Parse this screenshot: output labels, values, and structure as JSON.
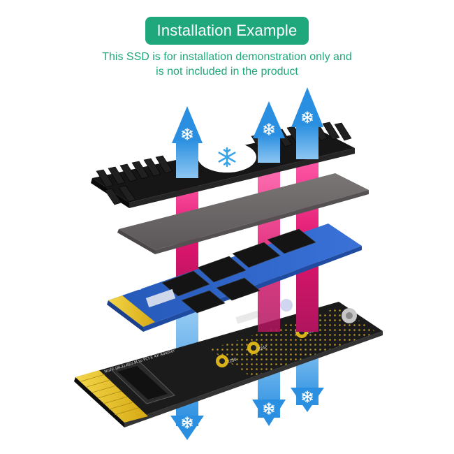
{
  "header": {
    "title": "Installation Example",
    "subtitle_line1": "This SSD is for installation demonstration only and",
    "subtitle_line2": "is not included in the product"
  },
  "colors": {
    "accent": "#1fa87c",
    "arrow_blue": "#2a8fe0",
    "arrow_pink": "#e0156e",
    "heatsink": "#141414",
    "thermal_pad": "#6e6a6b",
    "ssd_pcb": "#2f5fc4",
    "adapter_pcb": "#1a1a1a",
    "gold": "#e8c22a"
  },
  "icons": [
    "snowflake-icon"
  ],
  "adapter": {
    "silkscreen": "NGFF (M.2) KEY M to PCI-E 4X Adapter",
    "slot_labels": [
      "2230",
      "2242",
      "2260",
      "2280"
    ]
  }
}
